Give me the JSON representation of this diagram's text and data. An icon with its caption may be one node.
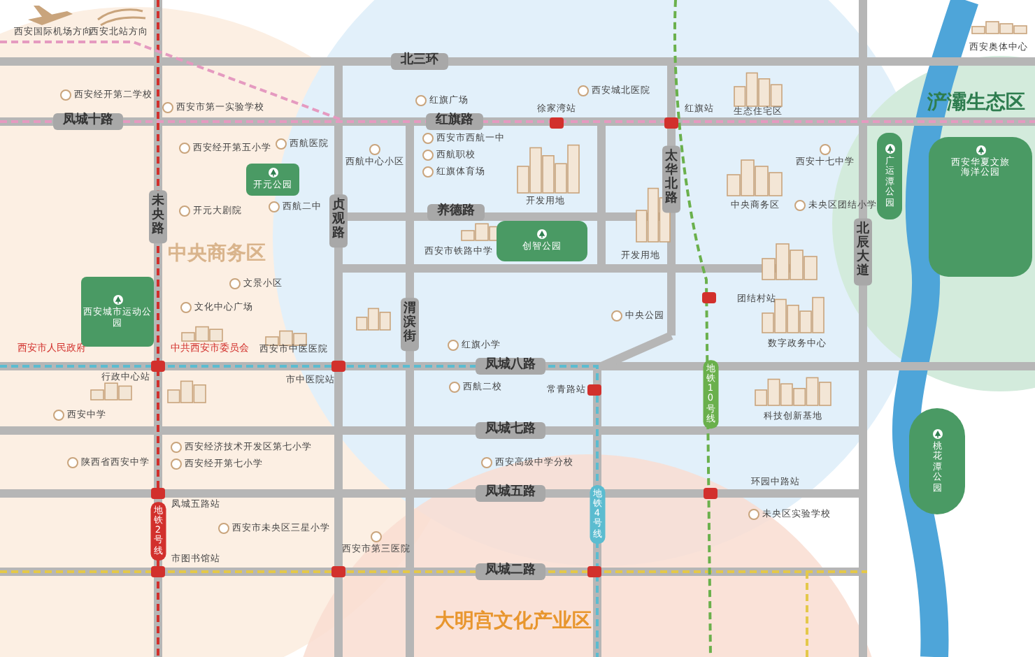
{
  "diagram": {
    "nodes": [
      {
        "text": [
          "开元公园"
        ]
      },
      {
        "text": [
          "西安城市运动公园"
        ]
      },
      {
        "text": [
          "创智公园"
        ]
      },
      {
        "text": [
          "广运潭公园"
        ]
      },
      {
        "text": [
          "西安华夏文旅海洋公园"
        ]
      },
      {
        "text": [
          "桃花潭公园"
        ]
      }
    ],
    "labels": [
      "西安国际机场方向",
      "西安北站方向",
      "西安经开第二学校",
      "西安市第一实验学校",
      "凤城十路",
      "北三环",
      "红旗路",
      "红旗广场",
      "西安城北医院",
      "徐家湾站",
      "红旗站",
      "西安经开第五小学",
      "西航医院",
      "西安市西航一中",
      "西航职校",
      "红旗体育场",
      "西航中心小区",
      "开元大剧院",
      "西航二中",
      "开发用地",
      "养德路",
      "未央路",
      "贞观路",
      "太华北路",
      "西安奥体中心",
      "浐灞生态区",
      "生态住宅区",
      "西安十七中学",
      "中央商务区",
      "未央区团结小学",
      "中央商务区",
      "西安市铁路中学",
      "开发用地",
      "北辰大道",
      "文景小区",
      "文化中心广场",
      "团结村站",
      "中央公园",
      "渭滨街",
      "西安市人民政府",
      "中共西安市委员会",
      "西安市中医医院",
      "红旗小学",
      "数字政务中心",
      "凤城八路",
      "行政中心站",
      "市中医院站",
      "西航二校",
      "常青路站",
      "地铁10号线",
      "西安中学",
      "科技创新基地",
      "凤城七路",
      "西安经济技术开发区第七小学",
      "陕西省西安中学",
      "西安经开第七小学",
      "西安高级中学分校",
      "环园中路站",
      "凤城五路",
      "凤城五路站",
      "地铁2号线",
      "地铁4号线",
      "西安市未央区三星小学",
      "未央区实验学校",
      "西安市第三医院",
      "市图书馆站",
      "凤城二路",
      "大明宫文化产业区"
    ]
  }
}
